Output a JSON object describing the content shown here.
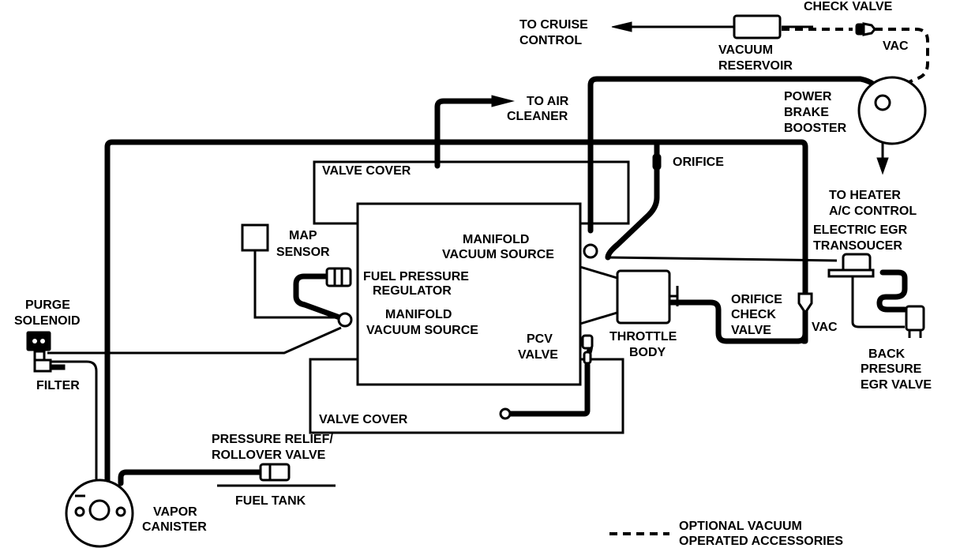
{
  "labels": {
    "check_valve": "CHECK VALVE",
    "to_cruise_1": "TO CRUISE",
    "to_cruise_2": "CONTROL",
    "vacuum_1": "VACUUM",
    "reservoir": "RESERVOIR",
    "vac_top": "VAC",
    "power": "POWER",
    "brake": "BRAKE",
    "booster": "BOOSTER",
    "to_air": "TO AIR",
    "cleaner": "CLEANER",
    "orifice_top": "ORIFICE",
    "valve_cover_top": "VALVE COVER",
    "to_heater": "TO HEATER",
    "ac_control": "A/C CONTROL",
    "electric_egr": "ELECTRIC EGR",
    "transoucer": "TRANSOUCER",
    "map": "MAP",
    "sensor": "SENSOR",
    "manifold_1a": "MANIFOLD",
    "manifold_1b": "VACUUM SOURCE",
    "fpr_1": "FUEL PRESSURE",
    "fpr_2": "REGULATOR",
    "manifold_2a": "MANIFOLD",
    "manifold_2b": "VACUUM SOURCE",
    "purge": "PURGE",
    "solenoid": "SOLENOID",
    "orifice_cv_1": "ORIFICE",
    "orifice_cv_2": "CHECK",
    "orifice_cv_3": "VALVE",
    "vac_mid": "VAC",
    "pcv_1": "PCV",
    "pcv_2": "VALVE",
    "throttle_1": "THROTTLE",
    "throttle_2": "BODY",
    "back_1": "BACK",
    "back_2": "PRESURE",
    "back_3": "EGR VALVE",
    "filter": "FILTER",
    "valve_cover_bottom": "VALVE COVER",
    "pressure_1": "PRESSURE  RELIEF/",
    "pressure_2": "ROLLOVER VALVE",
    "fuel_tank": "FUEL TANK",
    "vapor": "VAPOR",
    "canister": "CANISTER",
    "optional_1": "OPTIONAL VACUUM",
    "optional_2": "OPERATED ACCESSORIES"
  }
}
